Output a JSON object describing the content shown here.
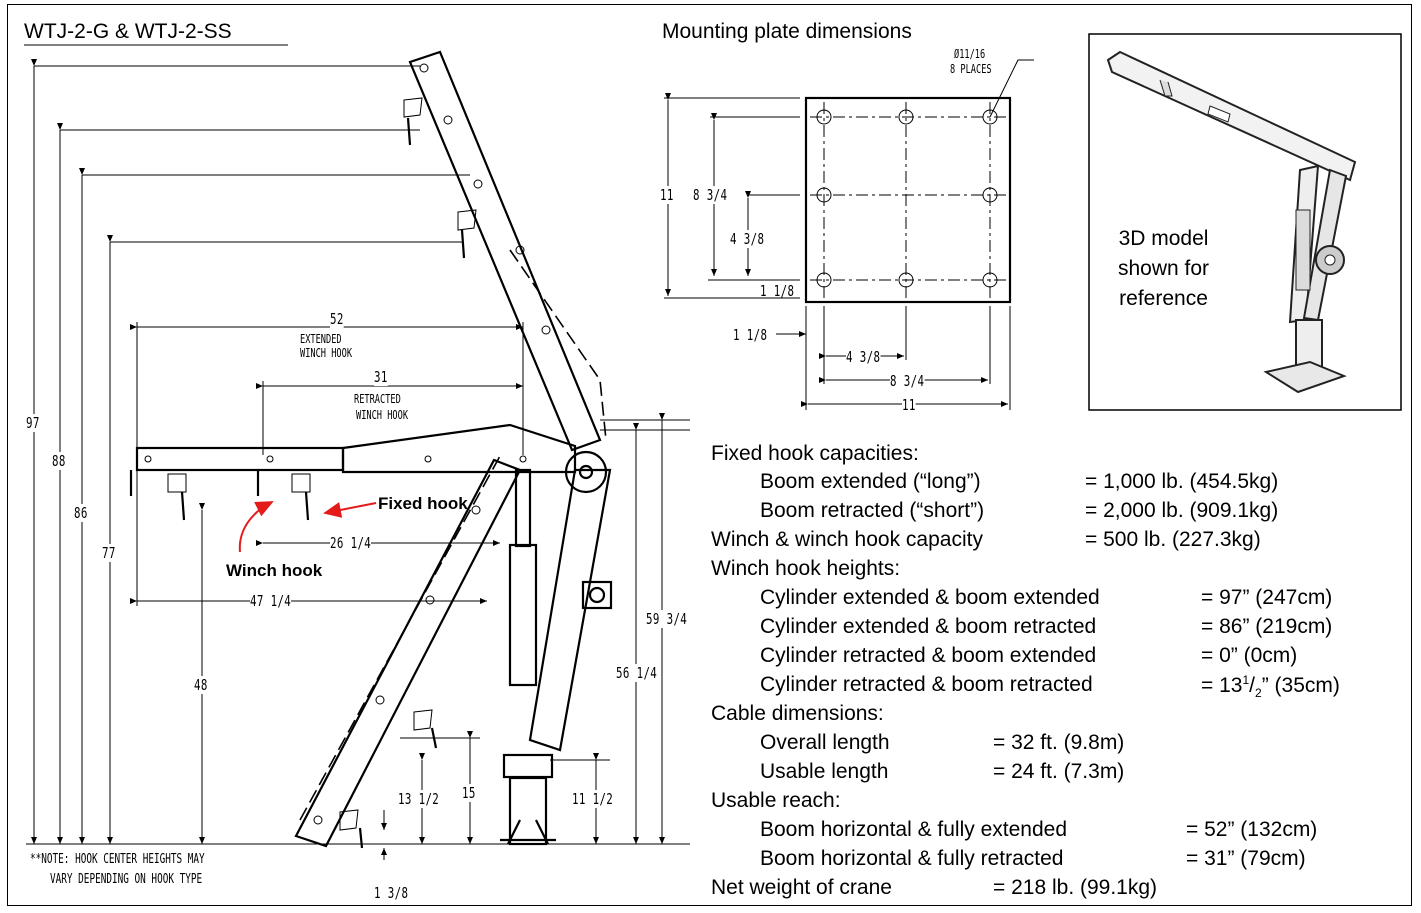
{
  "model_title": "WTJ-2-G & WTJ-2-SS",
  "mounting_title": "Mounting plate dimensions",
  "mounting_dims": {
    "holes_label_1": "Ø11/16",
    "holes_label_2": "8 PLACES",
    "height_total": "11",
    "height_8_3_4": "8 3/4",
    "height_4_3_8": "4 3/8",
    "height_1_1_8": "1 1/8",
    "left_1_1_8": "1 1/8",
    "width_4_3_8": "4 3/8",
    "width_8_3_4": "8 3/4",
    "width_total": "11"
  },
  "model_note": [
    "3D model",
    "shown for",
    "reference"
  ],
  "crane_dims": {
    "d97": "97",
    "d88": "88",
    "d86": "86",
    "d77": "77",
    "d52": "52",
    "ext_1": "EXTENDED",
    "ext_2": "WINCH HOOK",
    "d31": "31",
    "ret_1": "RETRACTED",
    "ret_2": "WINCH HOOK",
    "d26": "26 1/4",
    "d47": "47 1/4",
    "d48": "48",
    "d59": "59 3/4",
    "d56": "56 1/4",
    "d13": "13 1/2",
    "d15": "15",
    "d11": "11 1/2",
    "d1_3_8": "1 3/8"
  },
  "callouts": {
    "fixed_hook": "Fixed hook",
    "winch_hook": "Winch hook"
  },
  "note": [
    "**NOTE: HOOK CENTER HEIGHTS MAY",
    "VARY DEPENDING ON HOOK TYPE"
  ],
  "specs": {
    "fixed_heading": "Fixed hook capacities:",
    "boom_ext_label": "Boom extended   (“long”)",
    "boom_ext_value": "= 1,000 lb.  (454.5kg)",
    "boom_ret_label": "Boom retracted (“short”)",
    "boom_ret_value": "= 2,000 lb.  (909.1kg)",
    "winch_cap_label": "Winch & winch hook capacity",
    "winch_cap_value": "= 500 lb.  (227.3kg)",
    "heights_heading": "Winch hook heights:",
    "h1_label": "Cylinder extended & boom extended",
    "h1_value": "= 97”  (247cm)",
    "h2_label": "Cylinder extended & boom retracted",
    "h2_value": "= 86”  (219cm)",
    "h3_label": "Cylinder retracted & boom extended",
    "h3_value": "= 0”  (0cm)",
    "h4_label": "Cylinder retracted & boom retracted",
    "h4_value_pre": "= 13",
    "h4_sup": "1",
    "h4_mid": "/",
    "h4_sub": "2",
    "h4_value_post": "”  (35cm)",
    "cable_heading": "Cable dimensions:",
    "overall_label": "Overall length",
    "overall_value": "= 32 ft.  (9.8m)",
    "usable_label": "Usable length",
    "usable_value": "= 24 ft.  (7.3m)",
    "reach_heading": "Usable reach:",
    "reach1_label": "Boom horizontal & fully extended",
    "reach1_value": "= 52”  (132cm)",
    "reach2_label": "Boom horizontal & fully retracted",
    "reach2_value": "= 31”  (79cm)",
    "net_label": "Net weight of crane",
    "net_value": "= 218 lb. (99.1kg)"
  },
  "colors": {
    "callout_arrow": "#e31b1b",
    "ink": "#000000"
  }
}
